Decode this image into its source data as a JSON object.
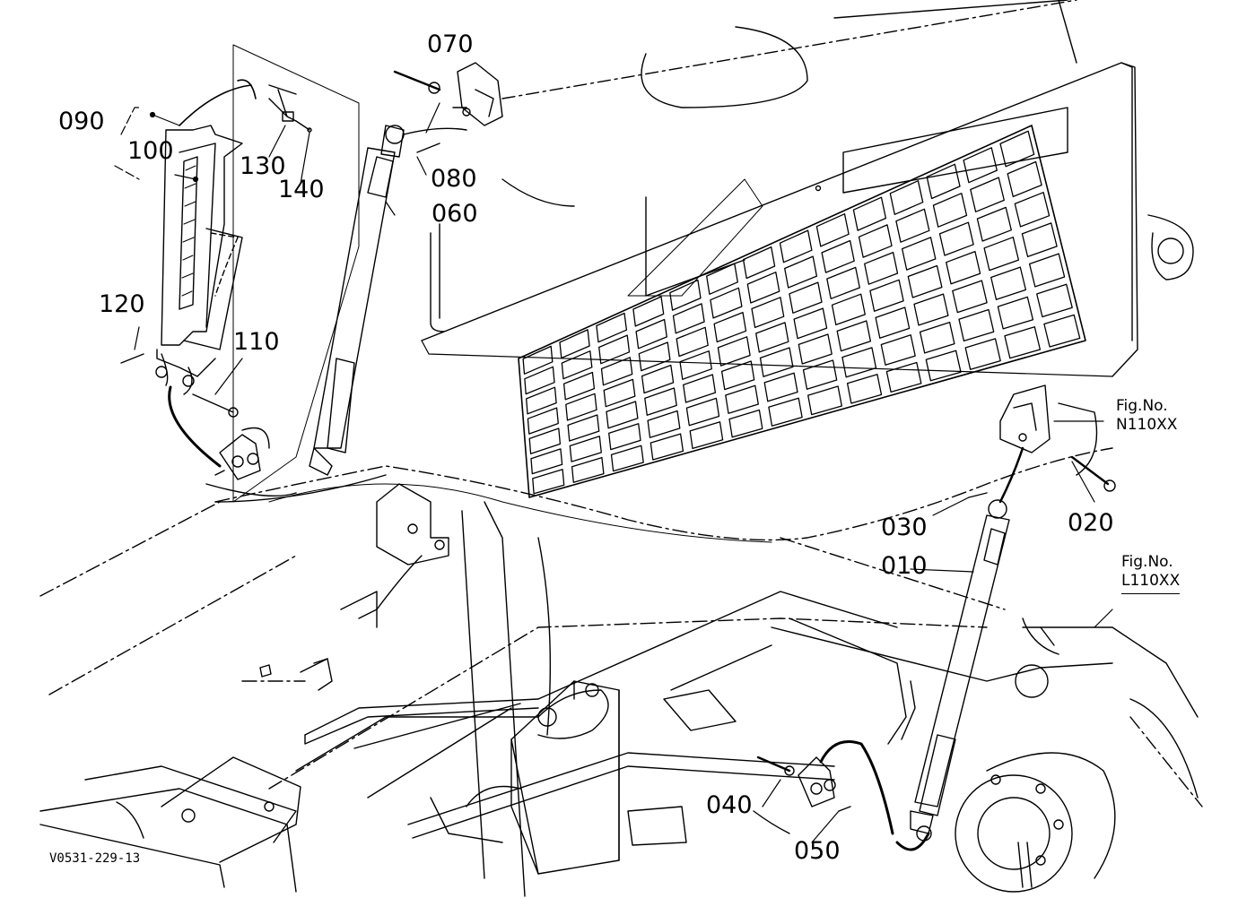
{
  "drawing_code": "V0531-229-13",
  "fig_refs": [
    {
      "label": "Fig.No.",
      "code": "N110XX"
    },
    {
      "label": "Fig.No.",
      "code": "L110XX"
    }
  ],
  "parts": [
    "070",
    "090",
    "100",
    "130",
    "140",
    "080",
    "060",
    "120",
    "110",
    "030",
    "020",
    "010",
    "040",
    "050"
  ]
}
